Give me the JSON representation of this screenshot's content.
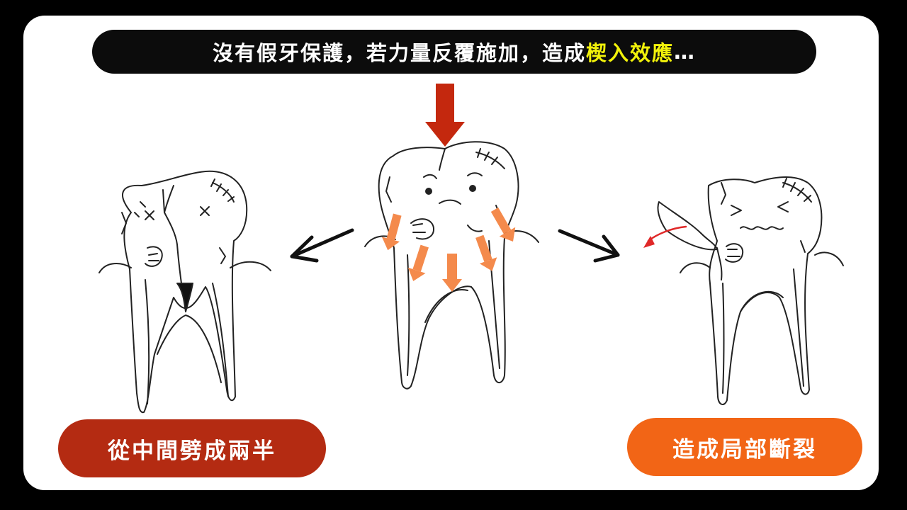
{
  "headline": {
    "text_before": "沒有假牙保護，若力量反覆施加，造成",
    "text_highlight": "楔入效應",
    "text_after": "…"
  },
  "labels": {
    "left": "從中間劈成兩半",
    "right": "造成局部斷裂"
  },
  "colors": {
    "background": "#000000",
    "panel": "#ffffff",
    "headline_bg": "#0c0c0c",
    "highlight": "#f2f20a",
    "force_arrow": "#c4280e",
    "stress_arrows": "#f48a4c",
    "left_label_bg": "#b42b12",
    "right_label_bg": "#f26516"
  }
}
